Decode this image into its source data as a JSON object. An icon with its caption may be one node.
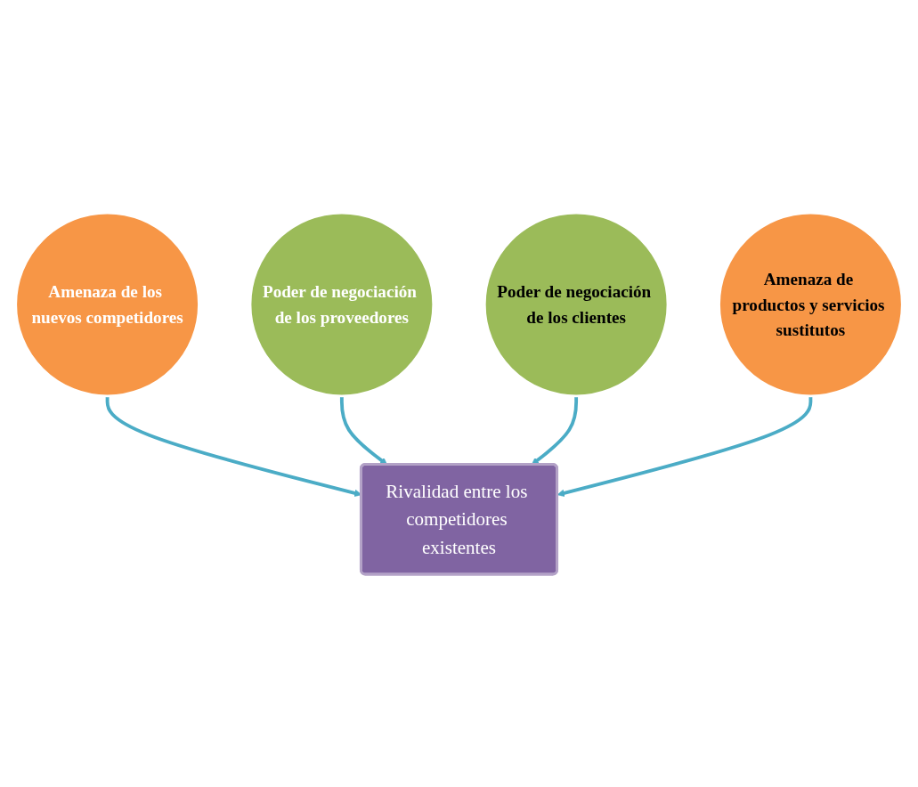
{
  "diagram": {
    "nodes": [
      {
        "text": [
          "Amenaza de los nuevos competidores"
        ]
      },
      {
        "text": [
          "Poder de negociación de los proveedores"
        ]
      },
      {
        "text": [
          "Rivalidad entre los competidores existentes"
        ]
      },
      {
        "text": [
          "Poder de negociación de los clientes"
        ]
      },
      {
        "text": [
          "Amenaza de productos y servicios sustitutos"
        ]
      }
    ],
    "edges": [
      {
        "from": 0,
        "to": 2,
        "arrow": "to"
      },
      {
        "from": 1,
        "to": 2,
        "arrow": "to"
      },
      {
        "from": 3,
        "to": 2,
        "arrow": "to"
      },
      {
        "from": 4,
        "to": 2,
        "arrow": "to"
      }
    ]
  }
}
